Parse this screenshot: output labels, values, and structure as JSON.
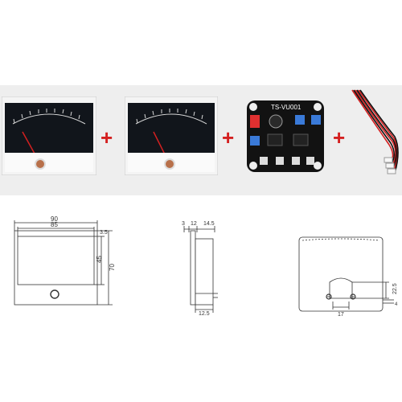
{
  "products": {
    "meter_left": {
      "name": "vu-meter"
    },
    "meter_right": {
      "name": "vu-meter"
    },
    "board": {
      "label": "TS-VU001"
    },
    "cable": {
      "name": "wire-harness"
    },
    "plus_sign": "+",
    "accent_color": "#d42020"
  },
  "drawings": {
    "front": {
      "dim_width_outer": "90",
      "dim_width_inner": "85",
      "dim_height_total": "70",
      "dim_height_window": "45",
      "dim_top_offset": "3.5"
    },
    "side": {
      "dim_a": "3",
      "dim_b": "12",
      "dim_c": "14.5",
      "dim_bottom": "12.5"
    },
    "back": {
      "dim_hole_width": "17",
      "dim_hole_height": "22.5",
      "dim_offset": "4"
    }
  }
}
